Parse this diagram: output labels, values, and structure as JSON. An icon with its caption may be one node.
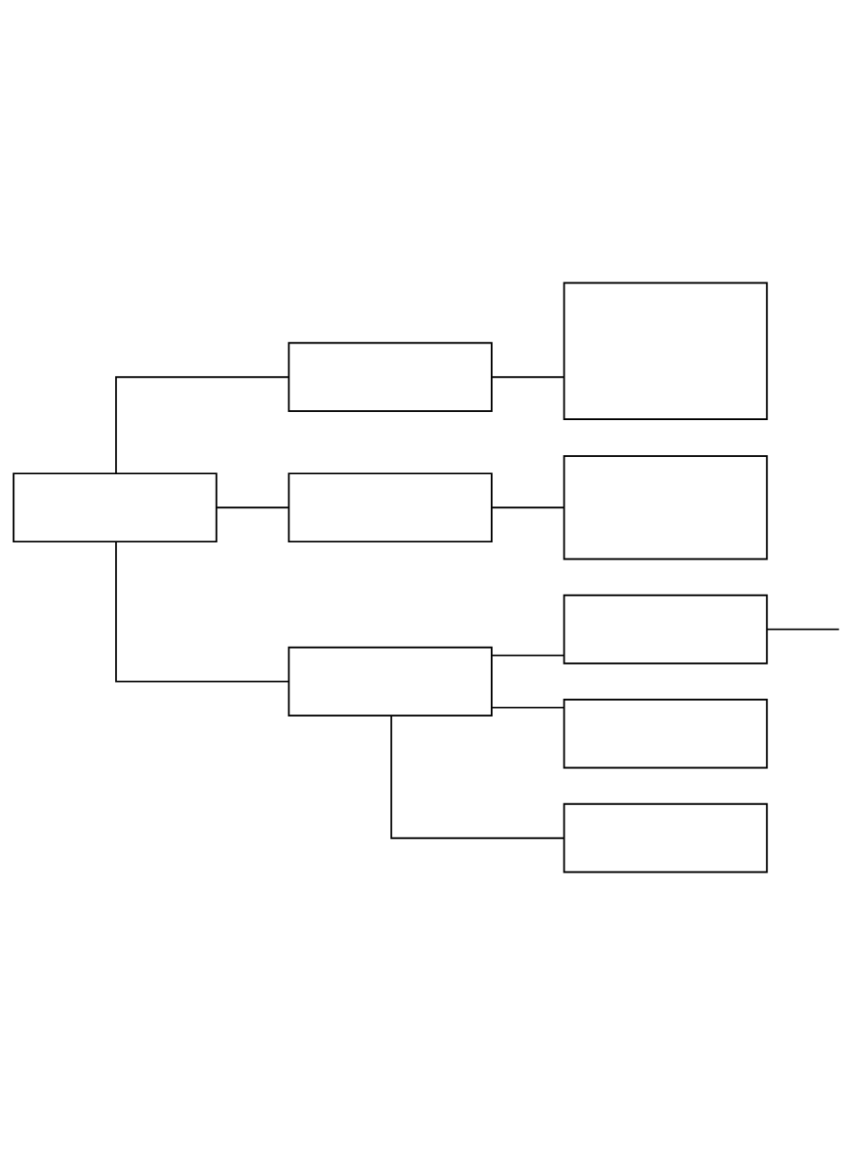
{
  "diagram": {
    "nodes": [
      {
        "text": [],
        "shape": "box"
      },
      {
        "text": [],
        "shape": "box"
      },
      {
        "text": [],
        "shape": "box"
      },
      {
        "text": [],
        "shape": "box"
      },
      {
        "text": [],
        "shape": "box"
      },
      {
        "text": [],
        "shape": "box"
      },
      {
        "text": [],
        "shape": "box"
      },
      {
        "text": [],
        "shape": "box"
      },
      {
        "text": [],
        "shape": "box"
      }
    ],
    "edges": [
      {
        "from": 0,
        "to": 1,
        "arrow": "none"
      },
      {
        "from": 0,
        "to": 2,
        "arrow": "none"
      },
      {
        "from": 0,
        "to": 3,
        "arrow": "none"
      },
      {
        "from": 1,
        "to": 4,
        "arrow": "none"
      },
      {
        "from": 2,
        "to": 5,
        "arrow": "none"
      },
      {
        "from": 3,
        "to": 6,
        "arrow": "none"
      },
      {
        "from": 3,
        "to": 7,
        "arrow": "none"
      },
      {
        "from": 3,
        "to": 8,
        "arrow": "none"
      },
      {
        "from": 6,
        "to": null,
        "arrow": "none"
      }
    ]
  }
}
